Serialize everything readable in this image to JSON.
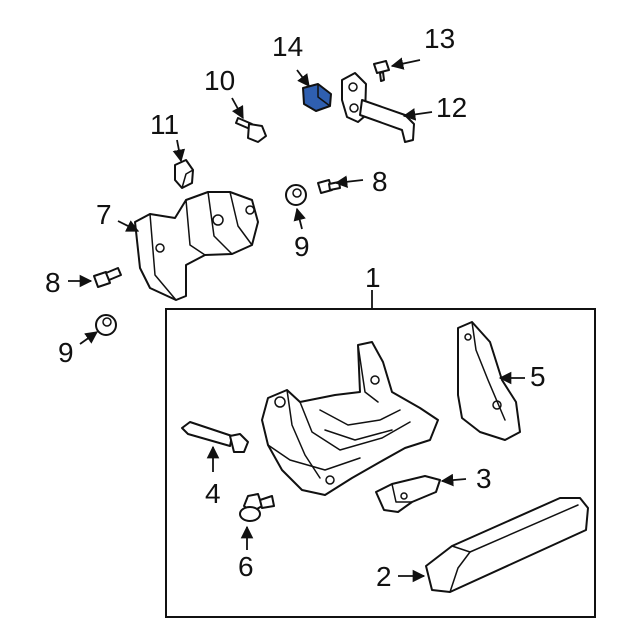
{
  "colors": {
    "highlight": "#2f5fb0",
    "line": "#111111",
    "background": "#ffffff"
  },
  "callouts": {
    "c1": "1",
    "c2": "2",
    "c3": "3",
    "c4": "4",
    "c5": "5",
    "c6": "6",
    "c7": "7",
    "c8a": "8",
    "c8b": "8",
    "c9a": "9",
    "c9b": "9",
    "c10": "10",
    "c11": "11",
    "c12": "12",
    "c13": "13",
    "c14": "14"
  }
}
